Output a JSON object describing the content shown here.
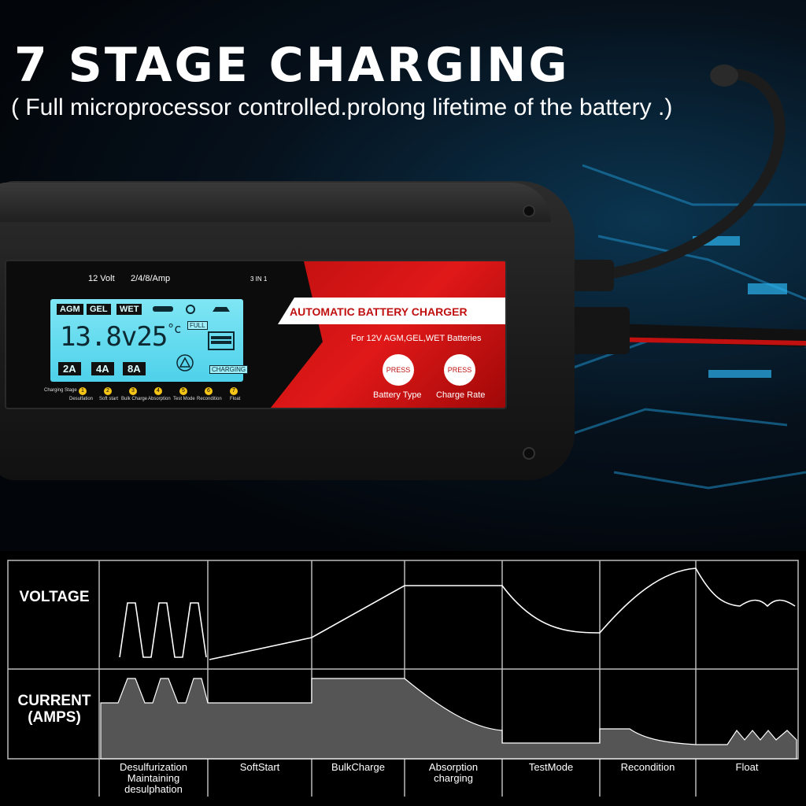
{
  "headline": "7 STAGE CHARGING",
  "subline": "( Full microprocessor controlled.prolong lifetime of the battery .)",
  "charger": {
    "spec_volt": "12 Volt",
    "spec_amp": "2/4/8/Amp",
    "spec_mode": "3 IN 1",
    "lcd": {
      "types": [
        "AGM",
        "GEL",
        "WET"
      ],
      "reading": "13.8v25",
      "unit": "°c",
      "full": "FULL",
      "charging": "CHARGING",
      "amps": [
        "2A",
        "4A",
        "8A"
      ]
    },
    "stage_title": "Charging Stage",
    "stages": [
      {
        "num": "1",
        "name": "Desulfation"
      },
      {
        "num": "2",
        "name": "Soft start"
      },
      {
        "num": "3",
        "name": "Bulk Charge"
      },
      {
        "num": "4",
        "name": "Absorption"
      },
      {
        "num": "5",
        "name": "Test Mode"
      },
      {
        "num": "6",
        "name": "Recondition"
      },
      {
        "num": "7",
        "name": "Float"
      }
    ],
    "brand_title": "AUTOMATIC BATTERY CHARGER",
    "brand_sub": "For 12V AGM,GEL,WET Batteries",
    "buttons": [
      {
        "press": "PRESS",
        "label": "Battery Type"
      },
      {
        "press": "PRESS",
        "label": "Charge Rate"
      }
    ]
  },
  "diagram": {
    "rows": [
      {
        "label": "VOLTAGE"
      },
      {
        "label": "CURRENT\n(AMPS)"
      }
    ],
    "stages": [
      {
        "label": "Desulfurization\nMaintaining\ndesulphation"
      },
      {
        "label": "SoftStart"
      },
      {
        "label": "BulkCharge"
      },
      {
        "label": "Absorption\ncharging"
      },
      {
        "label": "TestMode"
      },
      {
        "label": "Recondition"
      },
      {
        "label": "Float"
      }
    ]
  }
}
